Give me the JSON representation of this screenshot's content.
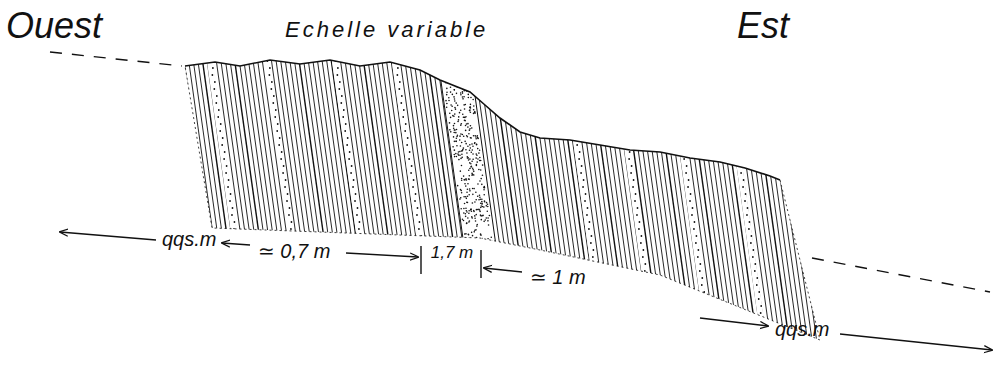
{
  "diagram": {
    "title": "Echelle variable",
    "labels": [
      "Ouest",
      "Est",
      "qqs.m",
      "≃ 0,7 m",
      "1,7 m",
      "≃ 1 m",
      "qqs.m"
    ]
  }
}
